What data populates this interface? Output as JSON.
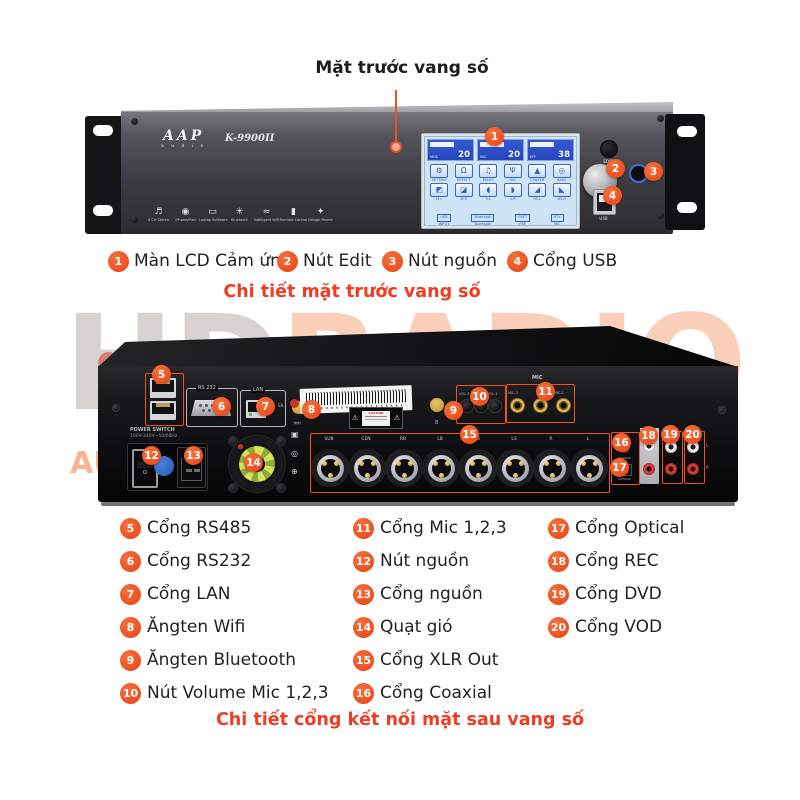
{
  "front": {
    "pointer_label": "Mặt trước vang số",
    "brand": "AAP",
    "brand_sub": "a u d i o",
    "model": "K-9900II",
    "features": [
      {
        "glyph": "♬",
        "label": "6 CH Stereo"
      },
      {
        "glyph": "◉",
        "label": "iPhone/iPad"
      },
      {
        "glyph": "▭",
        "label": "Laptop Software"
      },
      {
        "glyph": "✳",
        "label": "Bluetooth"
      },
      {
        "glyph": "≈",
        "label": "Intelligent WiFi"
      },
      {
        "glyph": "▮",
        "label": "Remote Control"
      },
      {
        "glyph": "✦",
        "label": "Design Patent"
      }
    ],
    "lcd": {
      "meters": [
        {
          "label": "MUS",
          "value": "20"
        },
        {
          "label": "MIC",
          "value": "20"
        },
        {
          "label": "EFF",
          "value": "38"
        }
      ],
      "apps": [
        {
          "glyph": "⚙",
          "label": "SETTING"
        },
        {
          "glyph": "Ω",
          "label": "EFFECT"
        },
        {
          "glyph": "♫",
          "label": "MUSIC"
        },
        {
          "glyph": "Ψ",
          "label": "MIC"
        },
        {
          "glyph": "▲",
          "label": "CENTER"
        },
        {
          "glyph": "◎",
          "label": "BASS"
        },
        {
          "glyph": "◩",
          "label": "M.L"
        },
        {
          "glyph": "◪",
          "label": "M.R"
        },
        {
          "glyph": "◖",
          "label": "S.L"
        },
        {
          "glyph": "◗",
          "label": "S.R"
        },
        {
          "glyph": "◢",
          "label": "RS.L"
        },
        {
          "glyph": "◣",
          "label": "RS.R"
        }
      ],
      "tabs": [
        {
          "box": "USB",
          "label": "INPUT"
        },
        {
          "box": "Bluetooth",
          "label": "Bluetooth"
        },
        {
          "box": "FBET",
          "label": "FBE"
        },
        {
          "box": "KTV",
          "label": "MIC"
        }
      ]
    },
    "edit_label": "EDIT",
    "usb_label": "USB",
    "legend": [
      {
        "n": "1",
        "label": "Màn LCD Cảm ứng"
      },
      {
        "n": "2",
        "label": "Nút Edit"
      },
      {
        "n": "3",
        "label": "Nút nguồn"
      },
      {
        "n": "4",
        "label": "Cổng USB"
      }
    ],
    "title": "Chi tiết mặt trước vang số"
  },
  "back": {
    "watermark": {
      "h": "H",
      "d": "D",
      "radio": "RADIO",
      "line2": "AU"
    },
    "rs232_label": "RS 232",
    "lan_label": "LAN",
    "wifi_label": "WIFI",
    "sn_label": "SN",
    "caution_label": "CAUTION",
    "bt_glyph": "B",
    "mic_header": "MIC",
    "vol_labels": {
      "v3": "VOL.3",
      "v1": "VOL.1"
    },
    "mic_labels": {
      "m3": "MIC-3",
      "m1": "MIC-1"
    },
    "power_switch_line1": "POWER SWITCH",
    "power_switch_line2": "100V-240V~50/60Hz",
    "rocker": {
      "on": "I",
      "off": "O"
    },
    "xlr_labels": [
      "SUB",
      "CEN",
      "RB",
      "LB",
      "RS",
      "LS",
      "R",
      "L"
    ],
    "coaxial_label": "COAXIAL",
    "optical_label": "OPTICAL",
    "lr": {
      "l": "L",
      "r": "R"
    },
    "legend_col1": [
      {
        "n": "5",
        "label": "Cổng RS485"
      },
      {
        "n": "6",
        "label": "Cổng RS232"
      },
      {
        "n": "7",
        "label": "Cổng LAN"
      },
      {
        "n": "8",
        "label": "Ăngten Wifi"
      },
      {
        "n": "9",
        "label": "Ăngten Bluetooth"
      },
      {
        "n": "10",
        "label": "Nút Volume Mic 1,2,3"
      }
    ],
    "legend_col2": [
      {
        "n": "11",
        "label": "Cổng Mic 1,2,3"
      },
      {
        "n": "12",
        "label": "Nút nguồn"
      },
      {
        "n": "13",
        "label": "Cổng nguồn"
      },
      {
        "n": "14",
        "label": "Quạt gió"
      },
      {
        "n": "15",
        "label": "Cổng XLR Out"
      },
      {
        "n": "16",
        "label": "Cổng Coaxial"
      }
    ],
    "legend_col3": [
      {
        "n": "17",
        "label": "Cổng Optical"
      },
      {
        "n": "18",
        "label": "Cổng REC"
      },
      {
        "n": "19",
        "label": "Cổng DVD"
      },
      {
        "n": "20",
        "label": "Cổng VOD"
      }
    ],
    "title": "Chi tiết cổng kết nối mặt sau vang số"
  }
}
